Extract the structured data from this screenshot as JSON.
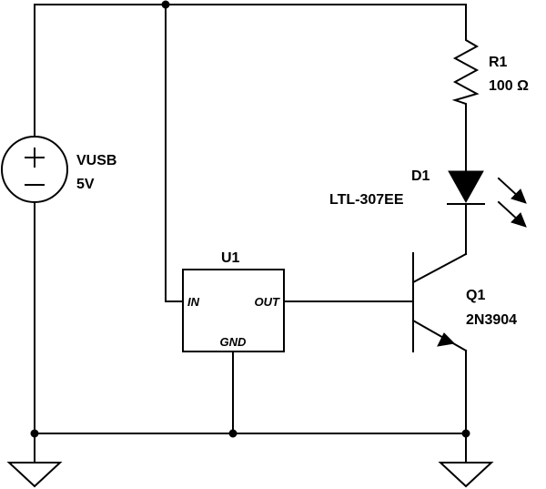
{
  "source": {
    "name": "VUSB",
    "value": "5V",
    "plus_symbol": "+",
    "minus_symbol": "−"
  },
  "resistor": {
    "ref": "R1",
    "value": "100 Ω"
  },
  "led": {
    "ref": "D1",
    "part": "LTL-307EE"
  },
  "regulator": {
    "ref": "U1",
    "pin_in": "IN",
    "pin_out": "OUT",
    "pin_gnd": "GND"
  },
  "transistor": {
    "ref": "Q1",
    "part": "2N3904"
  },
  "colors": {
    "ink": "#000000",
    "background": "#ffffff"
  }
}
